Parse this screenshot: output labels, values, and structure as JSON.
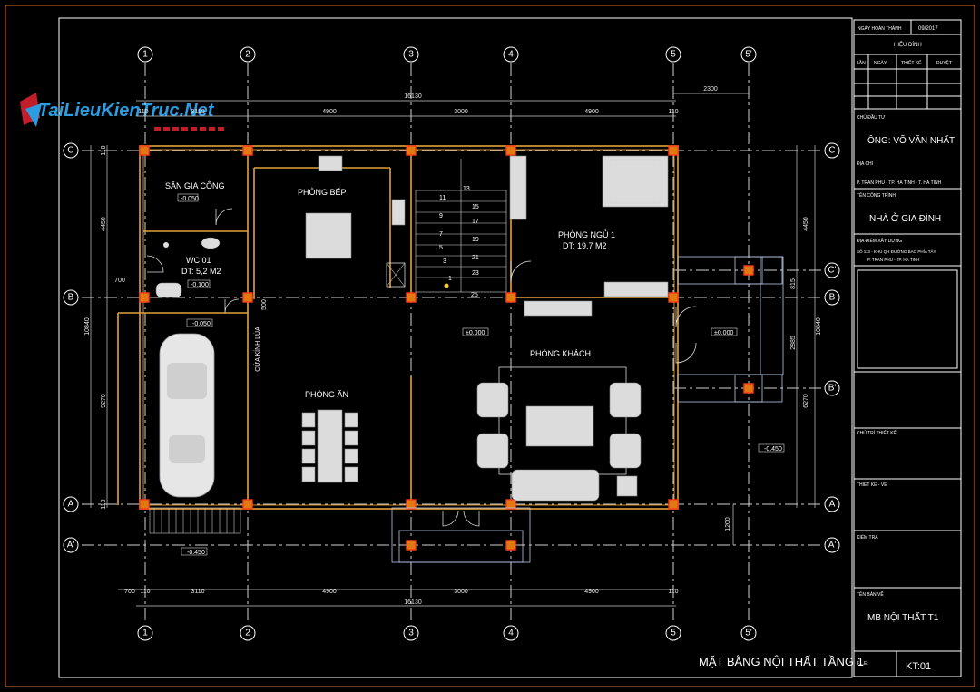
{
  "watermark": {
    "text": "TaiLieuKienTruc.Net",
    "color": "#2b9de0"
  },
  "drawing_title": "MẶT BẰNG NỘI THẤT TẦNG 1",
  "grid_labels": {
    "top": [
      "1",
      "2",
      "3",
      "4",
      "5",
      "5'"
    ],
    "bottom": [
      "1",
      "2",
      "3",
      "4",
      "5",
      "5'"
    ],
    "left": [
      "C",
      "B",
      "A",
      "A'"
    ],
    "right": [
      "C",
      "C'",
      "B",
      "B'",
      "A",
      "A'"
    ]
  },
  "dimensions": {
    "top_overall": "16130",
    "top_extra": "2300",
    "top_segments": [
      "110",
      "3110",
      "4900",
      "3000",
      "4900",
      "110"
    ],
    "bottom_segments": [
      "700",
      "110",
      "3110",
      "4900",
      "3000",
      "4900",
      "110"
    ],
    "bottom_overall": "16130",
    "left": [
      "110",
      "4450",
      "10840",
      "700",
      "500",
      "9270",
      "110"
    ],
    "right": [
      "4450",
      "815",
      "10840",
      "2885",
      "6270",
      "1200"
    ]
  },
  "rooms": [
    {
      "name": "SÂN GIA CÔNG",
      "level": "-0.050"
    },
    {
      "name": "PHÒNG BẾP"
    },
    {
      "name": "WC 01",
      "area": "DT: 5,2 M2",
      "level": "-0.100"
    },
    {
      "name": "PHÒNG NGỦ 1",
      "area": "DT: 19.7 M2"
    },
    {
      "name": "PHÒNG ĂN"
    },
    {
      "name": "PHÒNG KHÁCH"
    }
  ],
  "levels": {
    "garage": "-0.050",
    "hall": "±0.000",
    "porch": "±0.000",
    "yard_right": "-0.450",
    "yard_bottom": "-0.450"
  },
  "labels": {
    "glass_door": "CỬA KÍNH LÙA"
  },
  "stairs": {
    "left_steps": [
      "11",
      "9",
      "7",
      "5",
      "3",
      "1"
    ],
    "right_steps": [
      "13",
      "15",
      "17",
      "19",
      "21",
      "23",
      "25"
    ]
  },
  "title_block": {
    "date_label": "NGÀY HOÀN THÀNH",
    "date_value": "09/2017",
    "revision_label": "HIỆU ĐÍNH",
    "revision_headers": [
      "LẦN",
      "NGÀY",
      "THIẾT KẾ",
      "DUYỆT"
    ],
    "owner_label": "CHỦ ĐẦU TƯ",
    "owner_value": "ÔNG: VÕ VĂN NHẤT",
    "address_label": "ĐỊA CHỈ",
    "address_value": "P. TRẦN PHÚ - TP. HÀ TĨNH - T. HÀ TĨNH",
    "project_label": "TÊN CÔNG TRÌNH",
    "project_value": "NHÀ Ở GIA ĐÌNH",
    "location_label": "ĐỊA ĐIỂM XÂY DỰNG",
    "location_line1": "SỐ 113 - KHU QH ĐƯỜNG BAO PHÍA TÂY",
    "location_line2": "P. TRẦN PHÚ - TP. HÀ TĨNH",
    "lead_label": "CHỦ TRÌ THIẾT KẾ",
    "drawn_label": "THIẾT KẾ - VẼ",
    "check_label": "KIỂM TRA",
    "sheet_name_label": "TÊN BẢN VẼ",
    "sheet_name_value": "MB NỘI THẤT T1",
    "file_label": "F.L.E.",
    "sheet_no": "KT:01"
  }
}
